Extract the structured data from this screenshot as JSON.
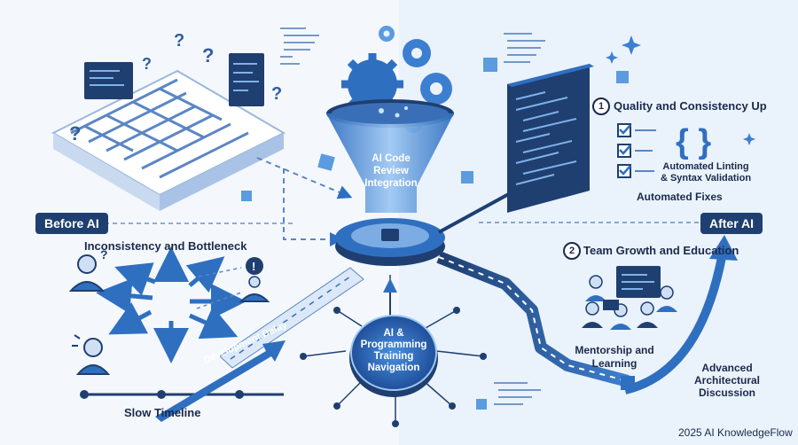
{
  "left": {
    "badge": "Before AI",
    "heading": "Inconsistency and Bottleneck",
    "timeline_label": "Slow Timeline",
    "delay_label": "Development Delay"
  },
  "center": {
    "funnel_label": "AI Code Review Integration",
    "hub_label": "AI & Programming Training Navigation"
  },
  "right": {
    "badge": "After AI",
    "section1": {
      "number": "1",
      "title": "Quality and Consistency Up"
    },
    "linting": "Automated Linting & Syntax Validation",
    "fixes": "Automated Fixes",
    "section2": {
      "number": "2",
      "title": "Team Growth and Education"
    },
    "mentorship": "Mentorship and Learning",
    "advanced": "Advanced Architectural Discussion"
  },
  "footer": {
    "credit": "2025 AI KnowledgeFlow"
  },
  "colors": {
    "navy": "#1f3f70",
    "blue": "#2f6fc0",
    "light_blue": "#7fb1ea",
    "pale": "#dbe8f8"
  }
}
